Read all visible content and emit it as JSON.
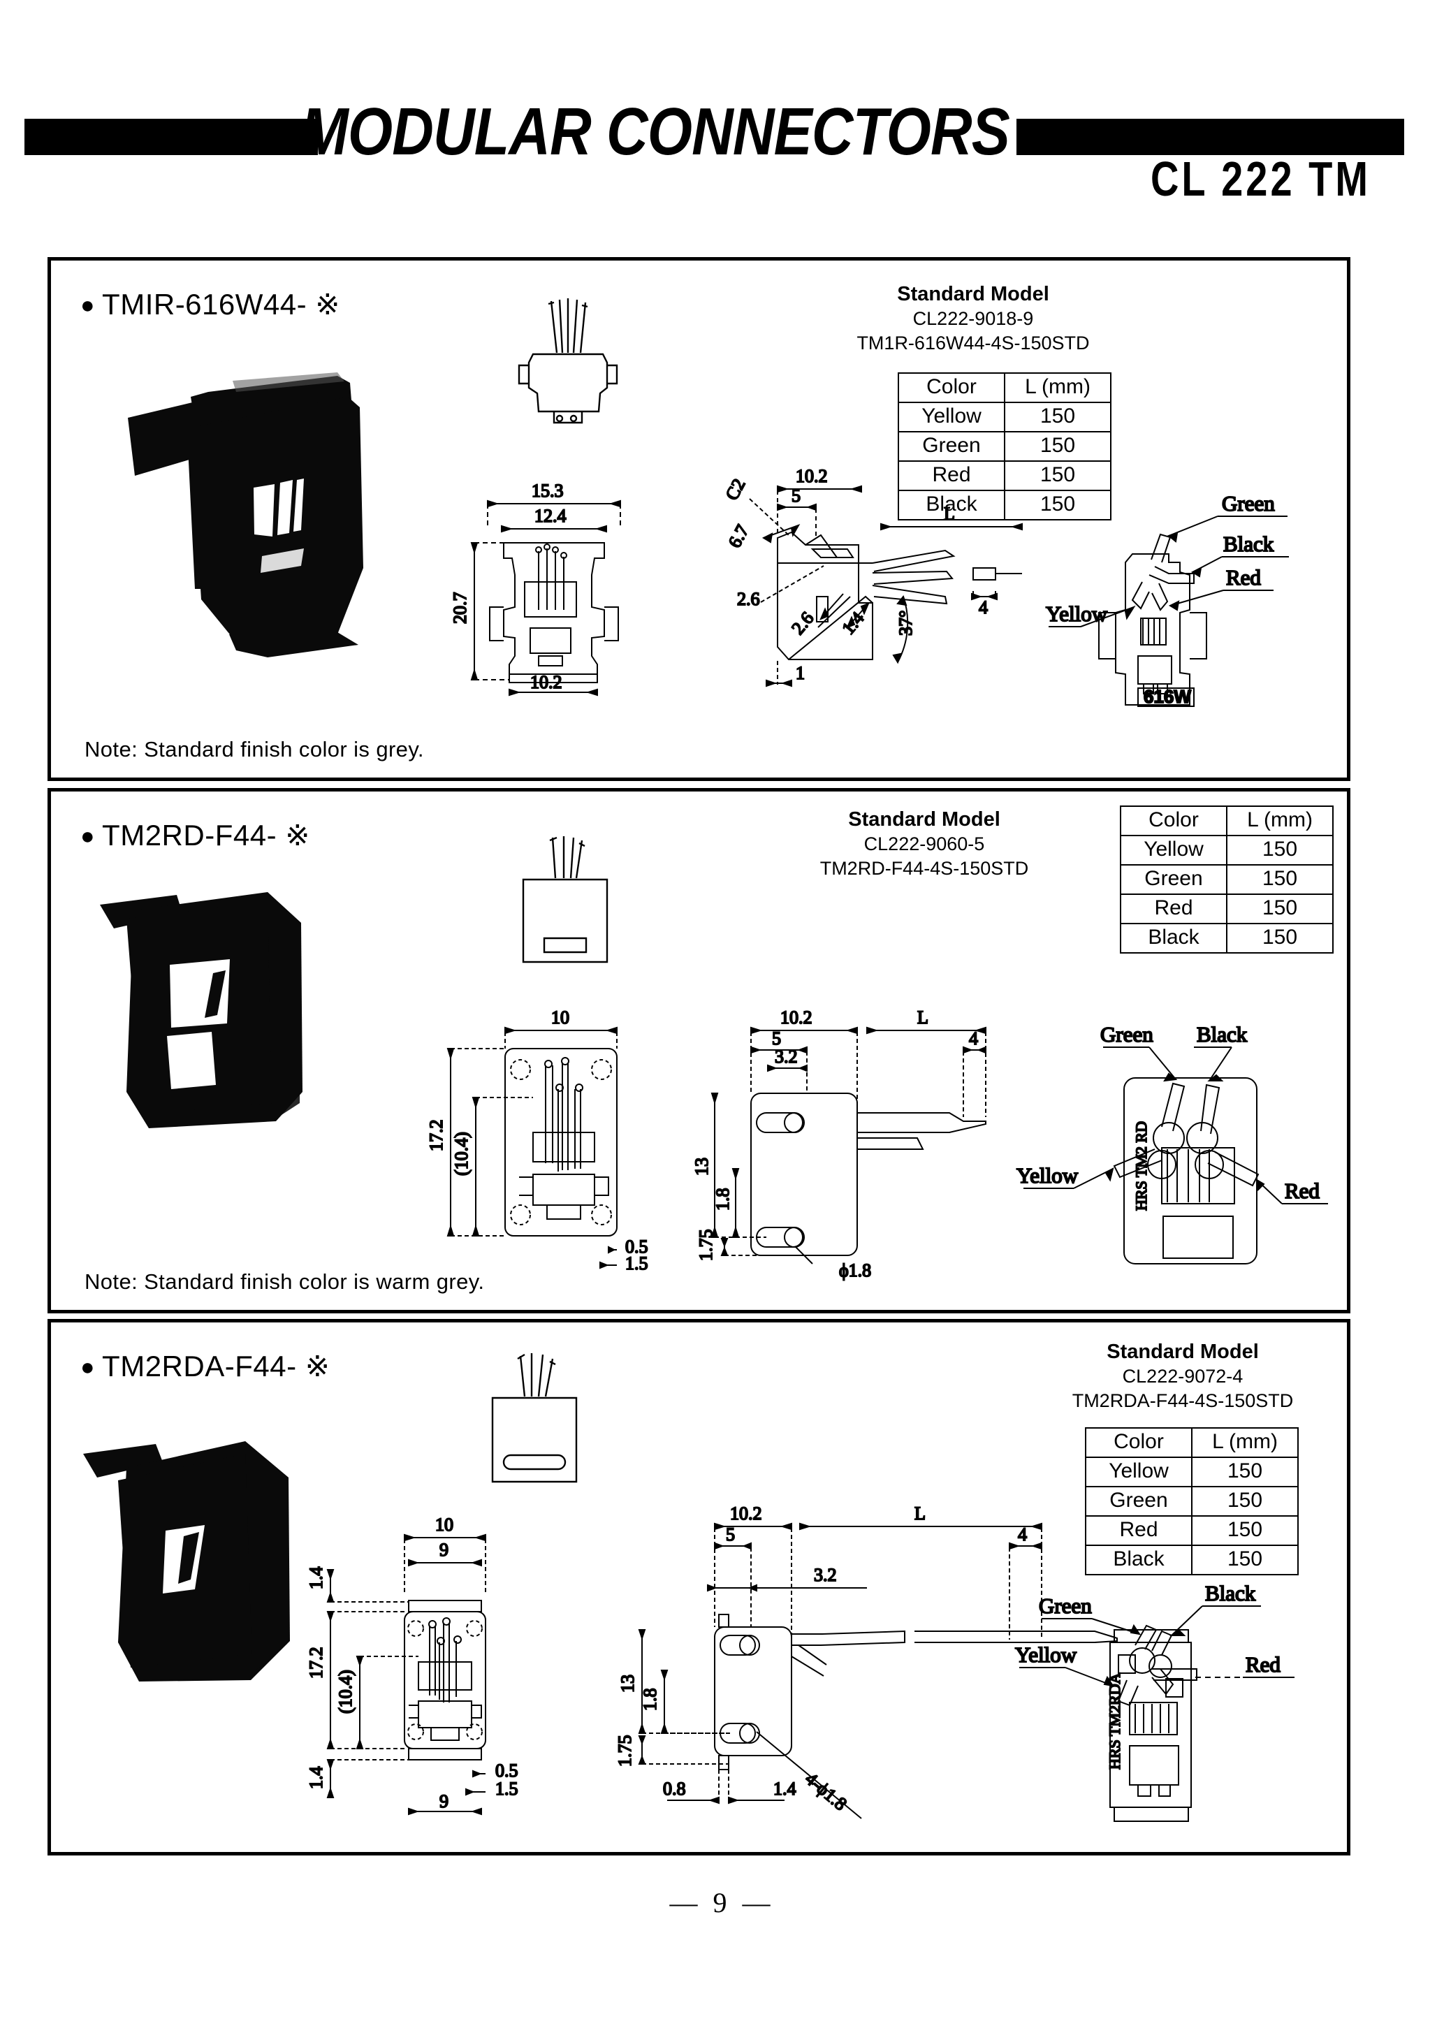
{
  "header": {
    "title": "MODULAR CONNECTORS",
    "series_code": "CL 222 TM"
  },
  "footer": {
    "page_number": "— 9 —"
  },
  "common": {
    "std_title": "Standard Model",
    "table_header_color": "Color",
    "table_header_length": "L (mm)",
    "colors": [
      "Yellow",
      "Green",
      "Red",
      "Black"
    ],
    "lengths": [
      "150",
      "150",
      "150",
      "150"
    ],
    "callout_green": "Green",
    "callout_black": "Black",
    "callout_red": "Red",
    "callout_yellow": "Yellow",
    "dim_L": "L"
  },
  "sections": [
    {
      "model": "TMIR-616W44- ※",
      "bullet": "●",
      "std_code_1": "CL222-9018-9",
      "std_code_2": "TM1R-616W44-4S-150STD",
      "note": "Note: Standard finish color is grey.",
      "part_label": "616W",
      "dimensions": {
        "width_outer": "15.3",
        "width_inner": "12.4",
        "height": "20.7",
        "depth_bottom": "10.2",
        "side_depth": "10.2",
        "side_5": "5",
        "chamfer": "C2",
        "v_67": "6.7",
        "v_26a": "2.6",
        "v_26b": "2.6",
        "v_14": "1.4",
        "angle": "37°",
        "bottom_1": "1",
        "wire_4": "4"
      }
    },
    {
      "model": "TM2RD-F44- ※",
      "bullet": "●",
      "std_code_1": "CL222-9060-5",
      "std_code_2": "TM2RD-F44-4S-150STD",
      "note": "Note: Standard finish color is warm grey.",
      "part_label": "HRS TM2 RD",
      "dimensions": {
        "width_10": "10",
        "height_172": "17.2",
        "height_104": "(10.4)",
        "tab_05": "0.5",
        "tab_15": "1.5",
        "depth_102": "10.2",
        "depth_5": "5",
        "depth_32": "3.2",
        "tip_4": "4",
        "v_13": "13",
        "v_18": "1.8",
        "v_175": "1.75",
        "hole_dia": "ϕ1.8"
      }
    },
    {
      "model": "TM2RDA-F44- ※",
      "bullet": "●",
      "std_code_1": "CL222-9072-4",
      "std_code_2": "TM2RDA-F44-4S-150STD",
      "note": "",
      "part_label": "HRS TM2RDA",
      "dimensions": {
        "width_10": "10",
        "width_9_top": "9",
        "width_9_bot": "9",
        "lip_14_top": "1.4",
        "lip_14_bot": "1.4",
        "height_172": "17.2",
        "height_104": "(10.4)",
        "tab_05": "0.5",
        "tab_15": "1.5",
        "depth_102": "10.2",
        "depth_5": "5",
        "depth_32": "3.2",
        "tip_4": "4",
        "v_13": "13",
        "v_18": "1.8",
        "v_175": "1.75",
        "b_08": "0.8",
        "b_14": "1.4",
        "hole_note": "4-ϕ1.8"
      }
    }
  ]
}
